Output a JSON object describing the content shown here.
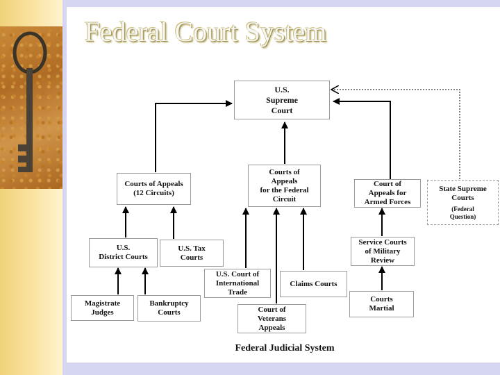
{
  "slide": {
    "title": "Federal Court System"
  },
  "diagram": {
    "caption": "Federal Judicial System",
    "nodes": {
      "supreme_court": "U.S.\nSupreme\nCourt",
      "courts_of_appeals": "Courts of Appeals\n(12 Circuits)",
      "federal_circuit": "Courts of\nAppeals\nfor the Federal\nCircuit",
      "armed_forces": "Court of\nAppeals for\nArmed Forces",
      "state_supreme": "State Supreme\nCourts",
      "state_supreme_note": "(Federal\nQuestion)",
      "district_courts": "U.S.\nDistrict Courts",
      "tax_courts": "U.S. Tax\nCourts",
      "international_trade": "U.S. Court of\nInternational\nTrade",
      "claims_courts": "Claims Courts",
      "veterans_appeals": "Court of\nVeterans\nAppeals",
      "military_review": "Service Courts\nof Military\nReview",
      "courts_martial": "Courts\nMartial",
      "magistrate_judges": "Magistrate\nJudges",
      "bankruptcy_courts": "Bankruptcy\nCourts"
    }
  }
}
